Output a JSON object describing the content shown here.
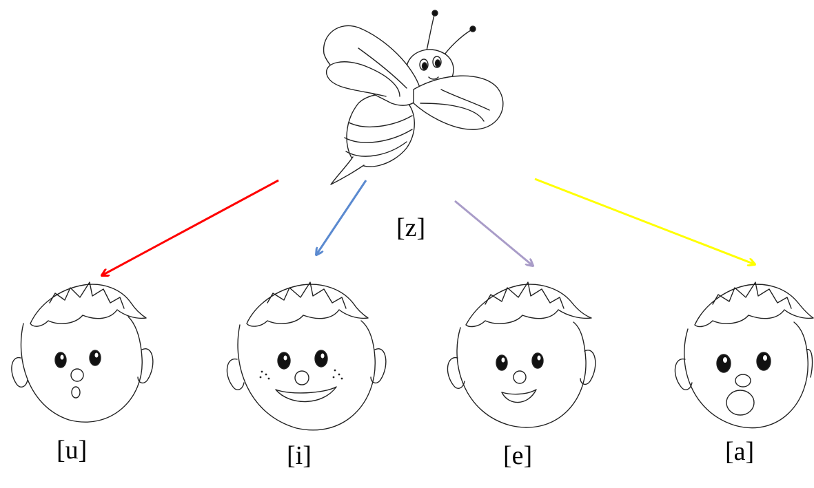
{
  "labels": {
    "bee_sound": "[z]",
    "vowel_u": "[u]",
    "vowel_i": "[i]",
    "vowel_e": "[e]",
    "vowel_a": "[a]"
  },
  "arrow_colors": {
    "u": "#ff0000",
    "i": "#5b8ad0",
    "e": "#a99cc8",
    "a": "#ffff00"
  },
  "icons": {
    "bee": "bee-icon",
    "faces": [
      "face-u-icon",
      "face-i-icon",
      "face-e-icon",
      "face-a-icon"
    ]
  }
}
